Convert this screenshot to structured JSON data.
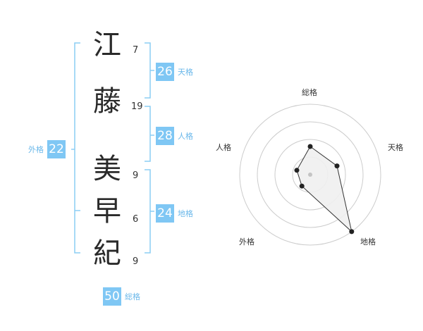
{
  "name": {
    "characters": [
      {
        "char": "江",
        "strokes": "7"
      },
      {
        "char": "藤",
        "strokes": "19"
      },
      {
        "char": "美",
        "strokes": "9"
      },
      {
        "char": "早",
        "strokes": "6"
      },
      {
        "char": "紀",
        "strokes": "9"
      }
    ]
  },
  "fortunes": {
    "tenkaku": {
      "value": "26",
      "label": "天格"
    },
    "jinkaku": {
      "value": "28",
      "label": "人格"
    },
    "chikaku": {
      "value": "24",
      "label": "地格"
    },
    "gaikaku": {
      "value": "22",
      "label": "外格"
    },
    "soukaku": {
      "value": "50",
      "label": "総格"
    }
  },
  "colors": {
    "accent": "#7fc7f4",
    "accent_text": "#6bb8ea",
    "bracket": "#8ccdf4",
    "grid": "#cccccc",
    "polygon_stroke": "#333333",
    "polygon_fill": "#f0f0f0"
  },
  "chart_data": {
    "type": "radar",
    "axes": [
      "総格",
      "天格",
      "地格",
      "外格",
      "人格"
    ],
    "values": [
      2,
      2,
      5,
      1,
      1
    ],
    "max": 5,
    "rings": 4
  }
}
